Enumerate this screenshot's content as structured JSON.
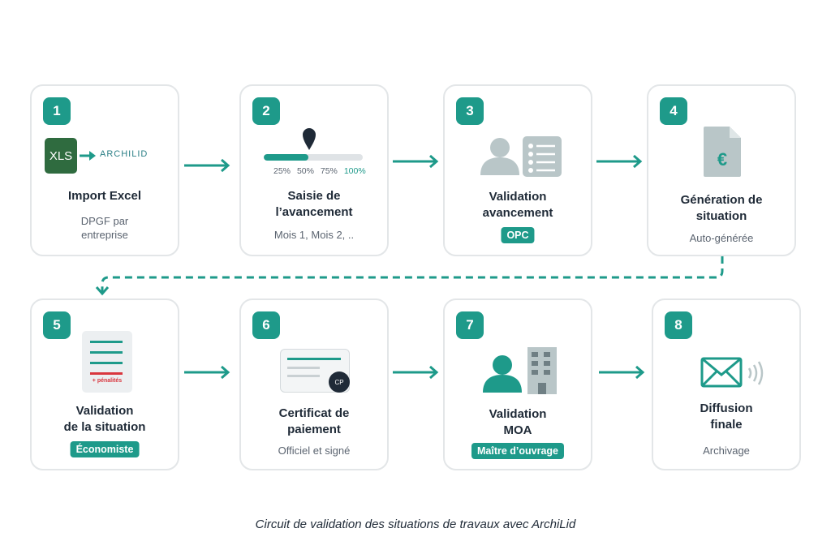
{
  "steps": [
    {
      "number": "1",
      "title_l1": "Import Excel",
      "sub_l1": "DPGF par",
      "sub_l2": "entreprise",
      "xls": "XLS",
      "brand": "ARCHILID"
    },
    {
      "number": "2",
      "title_l1": "Saisie de",
      "title_l2": "l’avancement",
      "sub": "Mois 1, Mois 2, ..",
      "ticks": [
        "25%",
        "50%",
        "75%",
        "100%"
      ],
      "progress": 0.45
    },
    {
      "number": "3",
      "title_l1": "Validation",
      "title_l2": "avancement",
      "tag": "OPC"
    },
    {
      "number": "4",
      "title_l1": "Génération de",
      "title_l2": "situation",
      "sub": "Auto-générée",
      "currency": "€"
    },
    {
      "number": "5",
      "title_l1": "Validation",
      "title_l2": "de la situation",
      "tag": "Économiste",
      "doc_note": "+ pénalités"
    },
    {
      "number": "6",
      "title_l1": "Certificat de",
      "title_l2": "paiement",
      "sub": "Officiel et signé",
      "stamp": "CP"
    },
    {
      "number": "7",
      "title_l1": "Validation",
      "title_l2": "MOA",
      "tag": "Maître d’ouvrage"
    },
    {
      "number": "8",
      "title_l1": "Diffusion",
      "title_l2": "finale",
      "sub": "Archivage"
    }
  ],
  "caption": "Circuit de validation des situations de travaux avec ArchiLid",
  "colors": {
    "accent": "#1e9a8a",
    "icon_gray": "#b9c6c8",
    "border": "#e3e6e8",
    "dark": "#1f2a37",
    "red": "#d9363e"
  }
}
